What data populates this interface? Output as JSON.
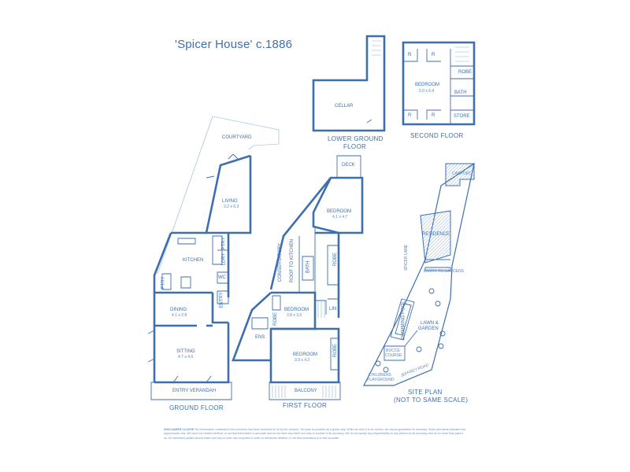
{
  "title": "'Spicer House' c.1886",
  "floors": {
    "ground": "GROUND FLOOR",
    "first": "FIRST FLOOR",
    "lower_ground_line1": "LOWER GROUND",
    "lower_ground_line2": "FLOOR",
    "second": "SECOND FLOOR",
    "site_line1": "SITE PLAN",
    "site_line2": "(NOT TO SAME SCALE)"
  },
  "ground_floor": {
    "courtyard": "COURTYARD",
    "living": "LIVING",
    "living_dim": "3.2 x 6.3",
    "kitchen": "KITCHEN",
    "ptry": "PTRY",
    "ldry": "LDRY",
    "wc": "WC",
    "ptry2": "PTRY",
    "entry": "ENTRY",
    "dining": "DINING",
    "dining_dim": "4.1 x 2.8",
    "sitting": "SITTING",
    "sitting_dim": "4.7 x 4.6",
    "verandah": "ENTRY VERANDAH"
  },
  "first_floor": {
    "deck": "DECK",
    "bedroom1": "BEDROOM",
    "bedroom1_dim": "4.1 x 4.7",
    "conservatory": "CONSERVATORY",
    "roof_to_kitchen": "ROOF TO KITCHEN",
    "bath": "BATH",
    "robe1": "ROBE",
    "lin": "LIN",
    "bedroom2": "BEDROOM",
    "bedroom2_dim": "3.8 x 3.5",
    "robe2": "ROBE",
    "ens": "ENS",
    "bedroom3": "BEDROOM",
    "bedroom3_dim": "3.9 x 4.3",
    "robe3": "ROBE",
    "balcony": "BALCONY"
  },
  "lower_ground": {
    "cellar": "CELLAR"
  },
  "second_floor": {
    "r1": "R",
    "r2": "R",
    "r3": "R",
    "r4": "R",
    "robe": "ROBE",
    "bedroom": "BEDROOM",
    "bedroom_dim": "5.0 x 6.4",
    "bath": "BATH",
    "store": "STORE"
  },
  "site_plan": {
    "carport": "CARPORT",
    "residence": "RESIDENCE",
    "spicer_lane": "SPICER LANE",
    "entry_to_gardens": "ENTRY TO GARDENS",
    "swimming_pool": "SWIMMING POOL",
    "lawn_garden_line1": "LAWN &",
    "lawn_garden_line2": "GARDEN",
    "bocce_line1": "BOCCE",
    "bocce_line2": "COURSE",
    "childrens_line1": "CHILDRENS",
    "childrens_line2": "PLAYGROUND",
    "jeffrey_road": "JEFFREY ROAD"
  },
  "disclaimer": {
    "heading": "DISCLAIMER CLAUSE",
    "text": "The information contained in this brochure has been furnished to us by the vendors. The plan is provided as a guide only. While we trust it to be correct, we cannot guarantee its accuracy. Sizes and areas indicated are approximate only. We have not verified whether or not that information is accurate and do not have any belief one way or another in its accuracy. We do not accept any responsibility to any person for its accuracy and do no more than pass it on. All interested parties should make and rely on their own enquiries in order to determine whether or not this information is in fact accurate."
  },
  "colors": {
    "wall": "#3d6fb0",
    "label": "#3d6fb0",
    "accent_fill": "#9cbbe3"
  }
}
